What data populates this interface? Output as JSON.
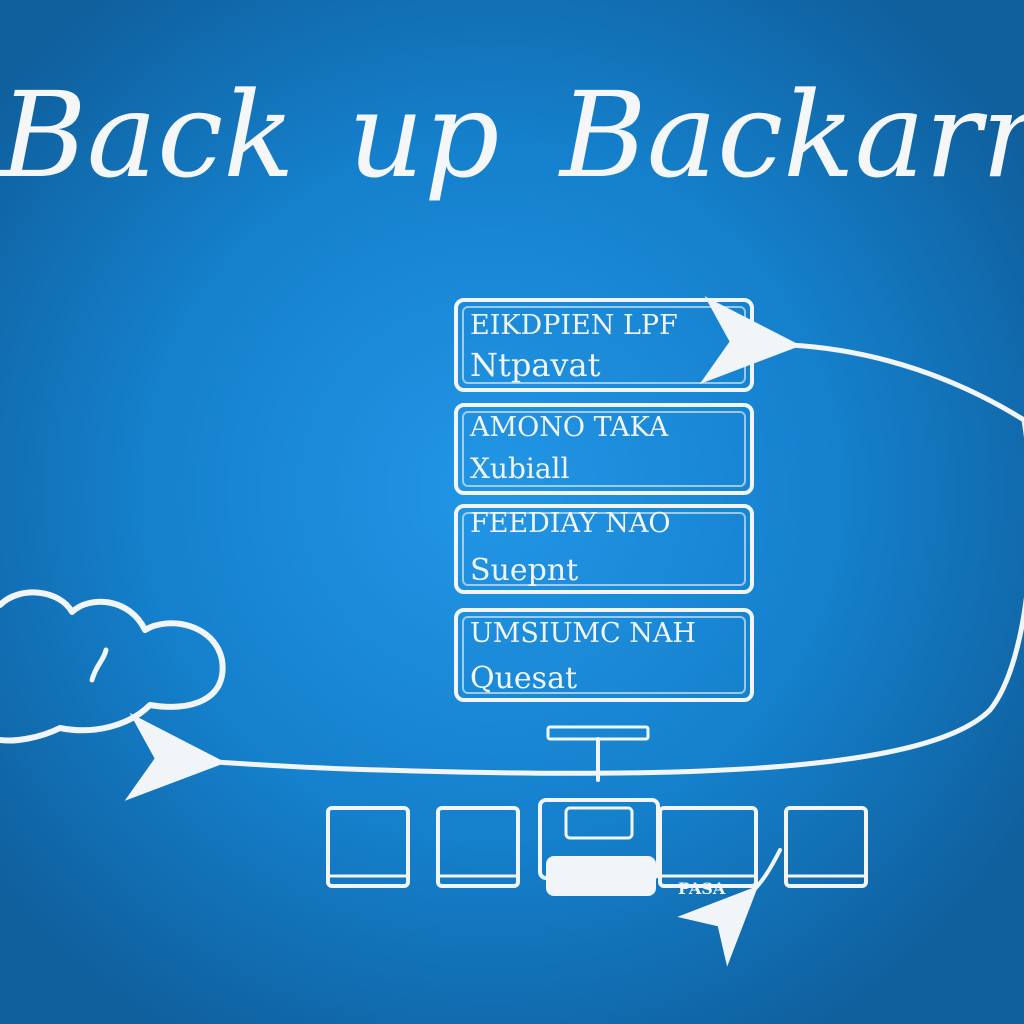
{
  "title": {
    "words": [
      "Back",
      "up",
      "Backarr"
    ]
  },
  "stack": [
    {
      "line1": "EIKDPIEN LPF",
      "line2": "Ntpavat"
    },
    {
      "line1": "AMONO TAKA",
      "line2": "Xubiall"
    },
    {
      "line1": "FEEDIAY NAO",
      "line2": "Suepnt"
    },
    {
      "line1": "UMSIUMC NAH",
      "line2": "Quesat"
    }
  ],
  "devices": {
    "small_label": "PASA"
  },
  "colors": {
    "background": "#1476be",
    "background_glow": "#1f8ee0",
    "ink": "#f2f5f7"
  },
  "icons": [
    "cloud-icon",
    "server-icon",
    "monitor-icon",
    "laptop-icon",
    "arrow-icon"
  ]
}
